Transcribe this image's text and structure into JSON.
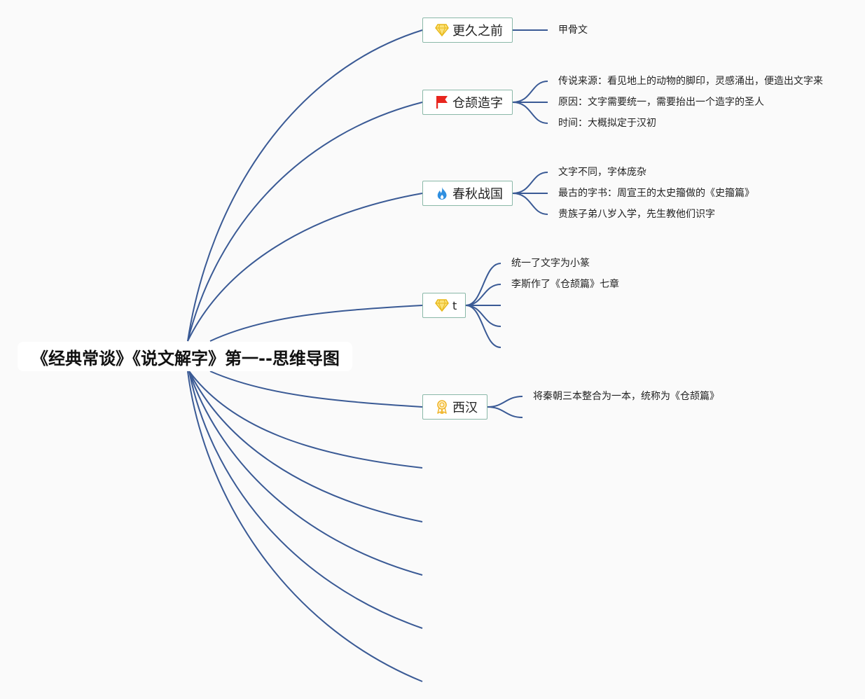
{
  "map": {
    "root": {
      "title": "《经典常谈》《说文解字》第一--思维导图"
    },
    "topics": [
      {
        "label": "更久之前",
        "icon": "diamond-icon",
        "children": [
          "甲骨文"
        ]
      },
      {
        "label": "仓颉造字",
        "icon": "red-flag-icon",
        "children": [
          "传说来源：看见地上的动物的脚印，灵感涌出，便造出文字来",
          "原因：文字需要统一，需要抬出一个造字的圣人",
          "时间：大概拟定于汉初"
        ]
      },
      {
        "label": "春秋战国",
        "icon": "fire-icon",
        "children": [
          "文字不同，字体庞杂",
          "最古的字书：周宣王的太史籀做的《史籀篇》",
          "贵族子弟八岁入学，先生教他们识字"
        ]
      },
      {
        "label": "t",
        "icon": "diamond-icon",
        "children": [
          "统一了文字为小篆",
          "李斯作了《仓颉篇》七章",
          "",
          "",
          ""
        ]
      },
      {
        "label": "西汉",
        "icon": "award-ribbon-icon",
        "children": [
          "将秦朝三本整合为一本，统称为《仓颉篇》",
          ""
        ]
      }
    ],
    "empty_branches": 5
  },
  "colors": {
    "connector": "#3a5a95",
    "topic_border": "#8ab8a8",
    "diamond": "#f2c21a",
    "flag": "#e8251e",
    "fire": "#2f8fe0",
    "award": "#f0b52a"
  }
}
